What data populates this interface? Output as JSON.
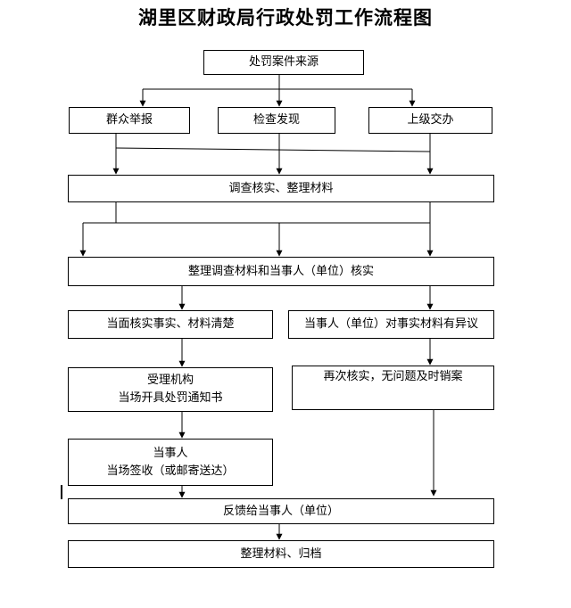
{
  "title": "湖里区财政局行政处罚工作流程图",
  "nodes": {
    "source": "处罚案件来源",
    "report": "群众举报",
    "inspect": "检查发现",
    "assigned": "上级交办",
    "investigate": "调查核实、整理材料",
    "verify": "整理调查材料和当事人（单位）核实",
    "facts_clear": "当面核实事实、材料清楚",
    "objection": "当事人（单位）对事实材料有异议",
    "accept_line1": "受理机构",
    "accept_line2": "当场开具处罚通知书",
    "recheck": "再次核实，无问题及时销案",
    "party_line1": "当事人",
    "party_line2": "当场签收（或邮寄送达）",
    "feedback": "反馈给当事人（单位）",
    "archive": "整理材料、归档"
  }
}
